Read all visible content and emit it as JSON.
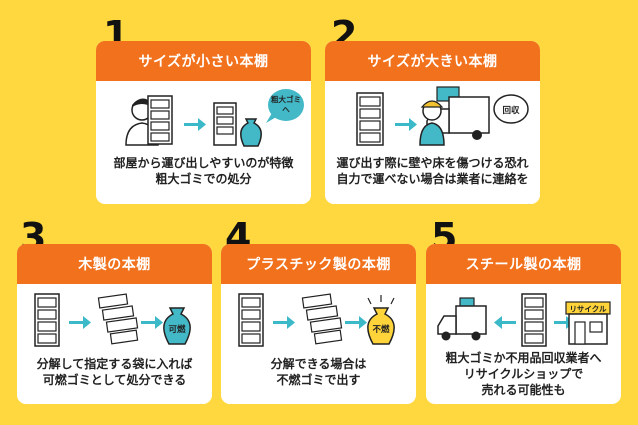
{
  "colors": {
    "background": "#FFD83F",
    "header": "#F2711C",
    "arrow": "#3BB9C9",
    "bag": "#43B8C7",
    "bag_yellow": "#FFD43A"
  },
  "cards": [
    {
      "number": "1",
      "title": "サイズが小さい本棚",
      "bubble": "粗大ゴミへ",
      "bubble_lines": [
        "粗大ゴミ",
        "へ"
      ],
      "desc": [
        "部屋から運び出しやすいのが特徴",
        "粗大ゴミでの処分"
      ]
    },
    {
      "number": "2",
      "title": "サイズが大きい本棚",
      "bubble": "回収",
      "desc": [
        "運び出す際に壁や床を傷つける恐れ",
        "自力で運べない場合は業者に連絡を"
      ]
    },
    {
      "number": "3",
      "title": "木製の本棚",
      "bag_label": "可燃",
      "desc": [
        "分解して指定する袋に入れば",
        "可燃ゴミとして処分できる"
      ]
    },
    {
      "number": "4",
      "title": "プラスチック製の本棚",
      "bag_label": "不燃",
      "desc": [
        "分解できる場合は",
        "不燃ゴミで出す"
      ]
    },
    {
      "number": "5",
      "title": "スチール製の本棚",
      "shop_label": "リサイクル",
      "desc": [
        "粗大ゴミか不用品回収業者へ",
        "リサイクルショップで",
        "売れる可能性も"
      ]
    }
  ]
}
